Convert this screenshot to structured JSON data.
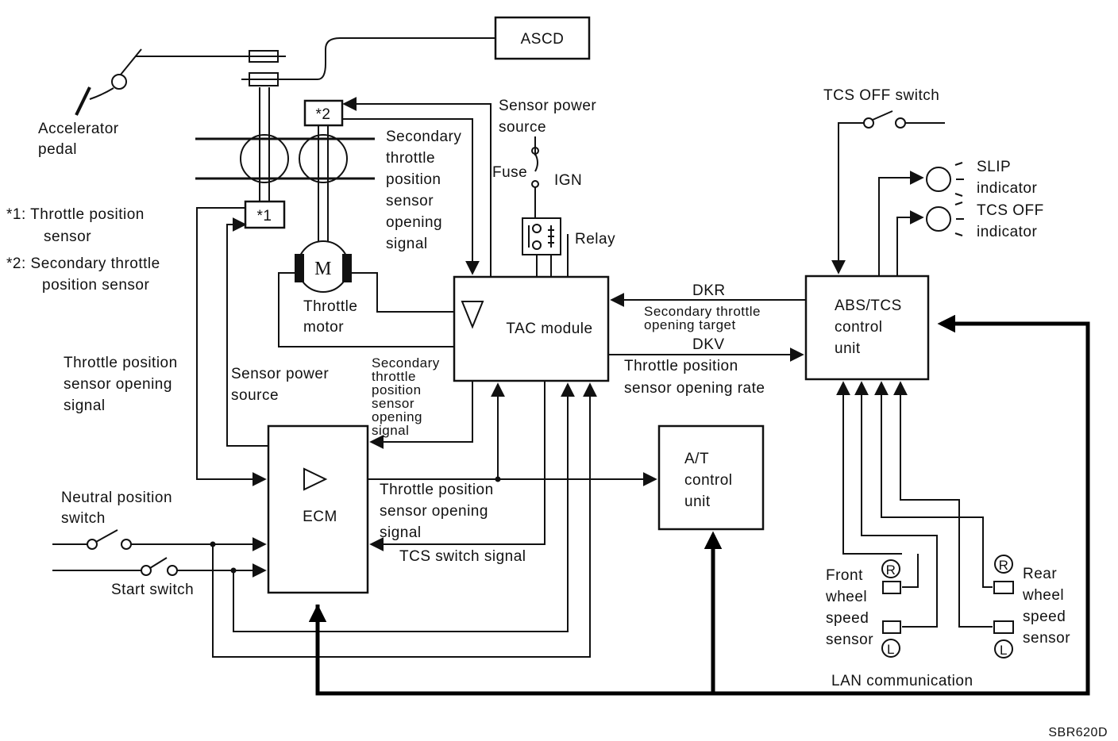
{
  "blocks": {
    "ascd": "ASCD",
    "tac": "TAC module",
    "ecm": "ECM",
    "at": [
      "A/T",
      "control",
      "unit"
    ],
    "abs": [
      "ABS/TCS",
      "control",
      "unit"
    ],
    "sensor1": "*1",
    "sensor2": "*2",
    "motor": "M"
  },
  "labels": {
    "accel": [
      "Accelerator",
      "pedal"
    ],
    "legend1": [
      "*1: Throttle position",
      "sensor"
    ],
    "legend2": [
      "*2: Secondary throttle",
      "position sensor"
    ],
    "tps_signal": [
      "Throttle position",
      "sensor opening",
      "signal"
    ],
    "sps_left": [
      "Sensor power",
      "source"
    ],
    "sps_top": [
      "Sensor power",
      "source"
    ],
    "motor_label": [
      "Throttle",
      "motor"
    ],
    "sec_signal_top": [
      "Secondary",
      "throttle",
      "position",
      "sensor",
      "opening",
      "signal"
    ],
    "sec_signal_mid": [
      "Secondary",
      "throttle",
      "position",
      "sensor",
      "opening",
      "signal"
    ],
    "fuse": "Fuse",
    "ign": "IGN",
    "relay": "Relay",
    "dkr": "DKR",
    "dkr_desc": [
      "Secondary throttle",
      "opening target"
    ],
    "dkv": "DKV",
    "dkv_desc": [
      "Throttle position",
      "sensor opening rate"
    ],
    "tps_ecm": [
      "Throttle position",
      "sensor opening",
      "signal"
    ],
    "tcs_switch_signal": "TCS switch signal",
    "neutral": [
      "Neutral position",
      "switch"
    ],
    "start": "Start switch",
    "tcs_off_switch": "TCS OFF switch",
    "slip": [
      "SLIP",
      "indicator"
    ],
    "tcs_off_ind": [
      "TCS OFF",
      "indicator"
    ],
    "front": [
      "Front",
      "wheel",
      "speed",
      "sensor"
    ],
    "rear": [
      "Rear",
      "wheel",
      "speed",
      "sensor"
    ],
    "r": "R",
    "l": "L",
    "lan": "LAN communication",
    "code": "SBR620D"
  }
}
